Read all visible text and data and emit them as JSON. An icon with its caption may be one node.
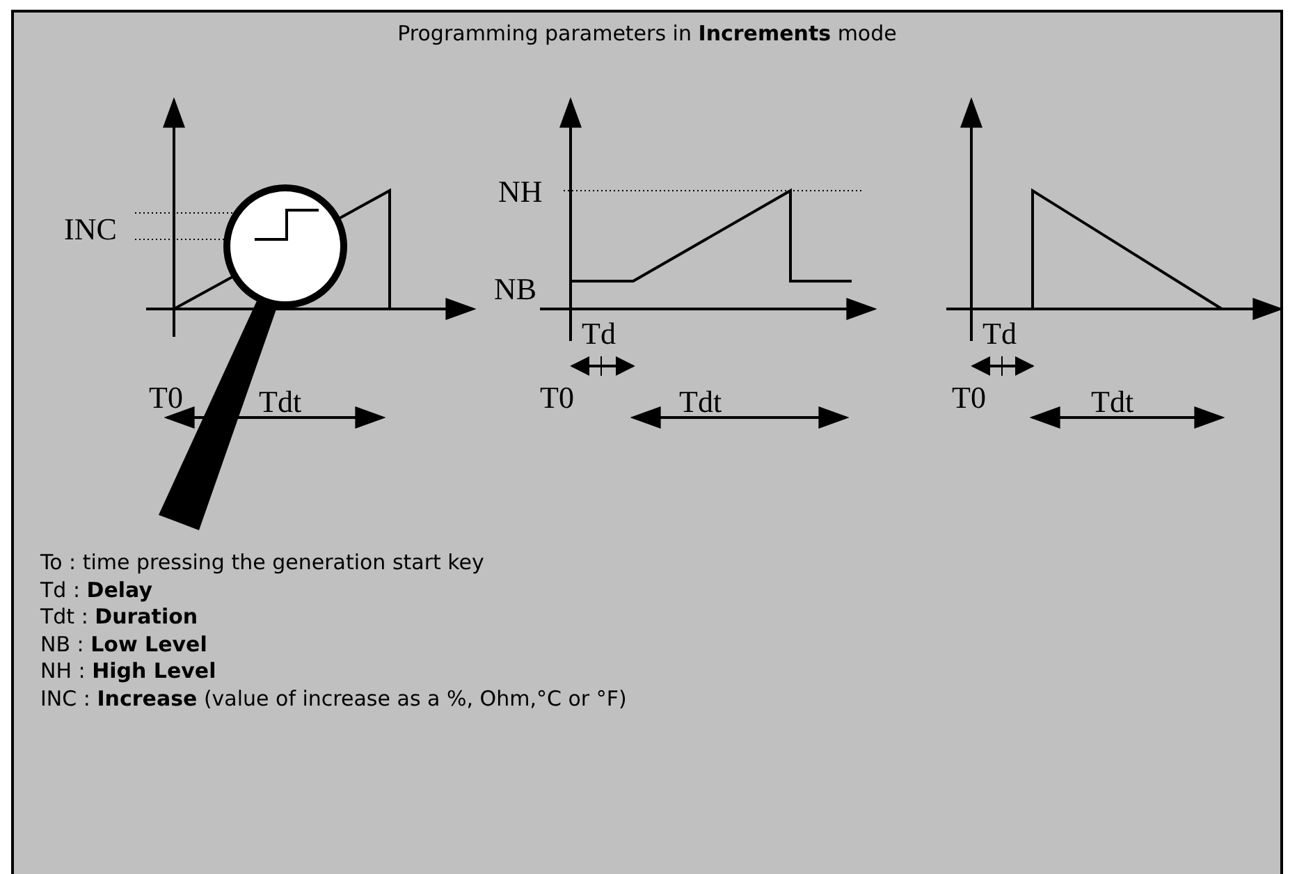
{
  "diagram": {
    "title": "Programming parameters in **Increments** mode",
    "labels": [
      "INC",
      "T0",
      "Tdt",
      "NH",
      "NB",
      "Td",
      "T0",
      "Tdt",
      "Td",
      "T0",
      "Tdt",
      "To : time pressing the generation start key",
      "Td : **Delay**",
      "Tdt : **Duration**",
      "NB : **Low Level**",
      "NH : **High Level**",
      "INC : **Increase** (value of increase as a %, Ohm,°C or °F)"
    ]
  }
}
